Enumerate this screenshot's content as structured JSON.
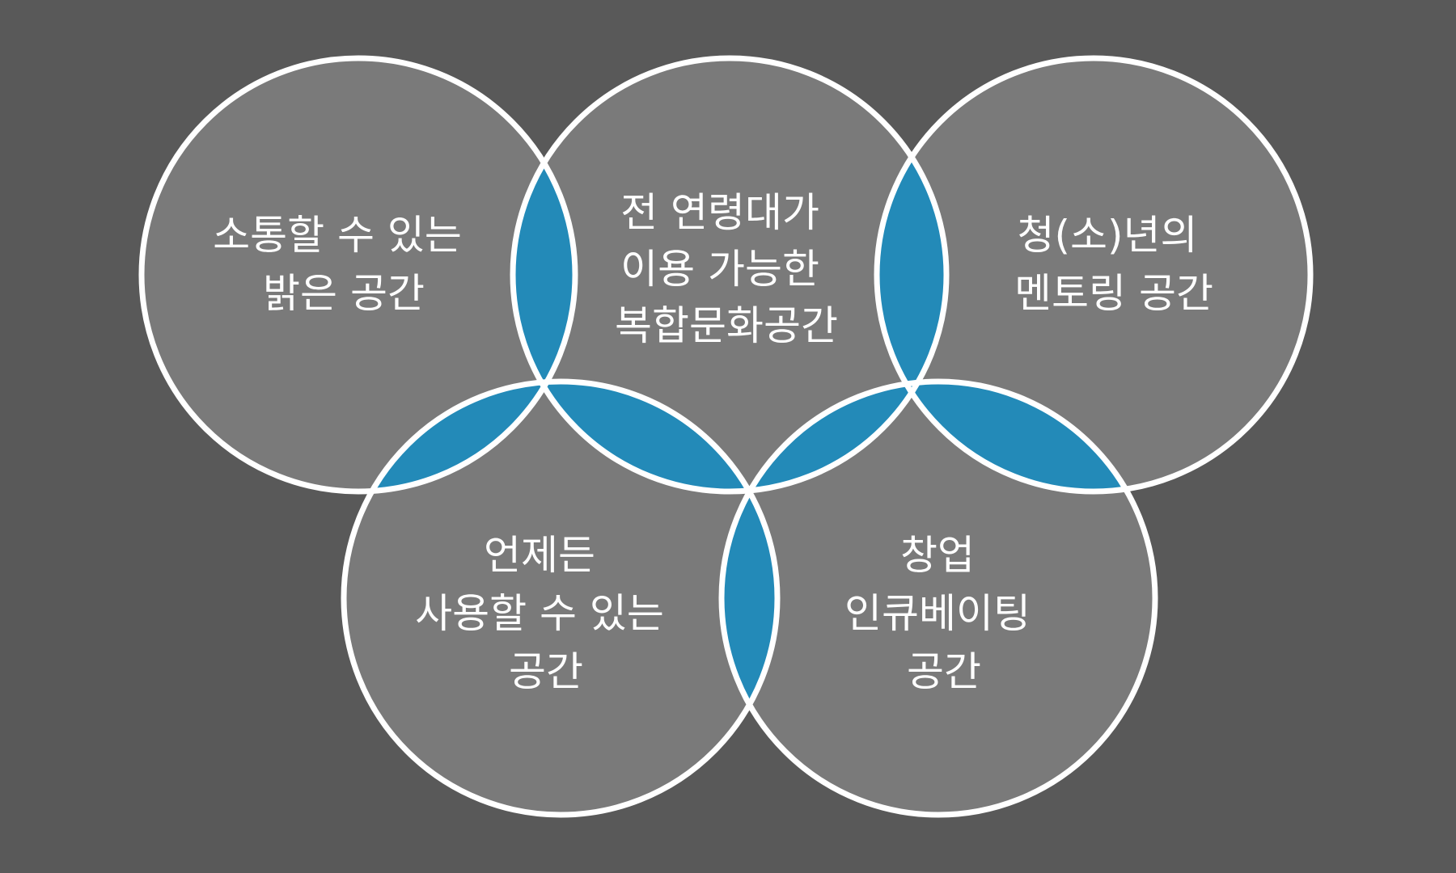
{
  "colors": {
    "background": "#595959",
    "circle_fill": "#7a7a7a",
    "overlap_fill": "#238ab8",
    "stroke": "#ffffff",
    "text": "#ffffff"
  },
  "circles": [
    {
      "id": "communication",
      "lines": [
        "소통할 수 있는",
        "밝은 공간"
      ]
    },
    {
      "id": "culture",
      "lines": [
        "전 연령대가",
        "이용 가능한",
        "복합문화공간"
      ]
    },
    {
      "id": "mentoring",
      "lines": [
        "청(소)년의",
        "멘토링 공간"
      ]
    },
    {
      "id": "anytime",
      "lines": [
        "언제든",
        "사용할 수 있는",
        "공간"
      ]
    },
    {
      "id": "startup",
      "lines": [
        "창업",
        "인큐베이팅",
        "공간"
      ]
    }
  ]
}
